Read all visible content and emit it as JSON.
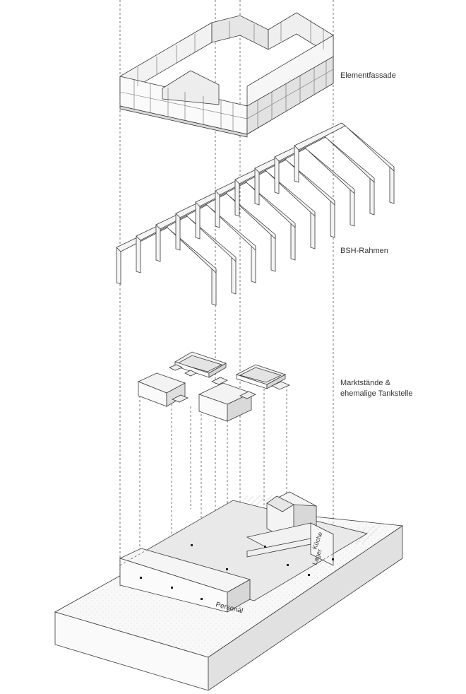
{
  "layers": [
    {
      "id": "elementfassade",
      "label": "Elementfassade"
    },
    {
      "id": "bsh-rahmen",
      "label": "BSH-Rahmen"
    },
    {
      "id": "marktstaende",
      "label_line1": "Marktstände &",
      "label_line2": "ehemalige Tankstelle"
    },
    {
      "id": "site",
      "label": ""
    }
  ],
  "room_labels": {
    "kueche": "Küche",
    "lager": "Lager",
    "personal": "Personal"
  },
  "colors": {
    "line": "#3a3a3a",
    "dashed": "#555555",
    "face_light": "#f4f4f4",
    "face_mid": "#e2e2e2",
    "face_dark": "#c9c9c9",
    "ground": "#ececec"
  }
}
